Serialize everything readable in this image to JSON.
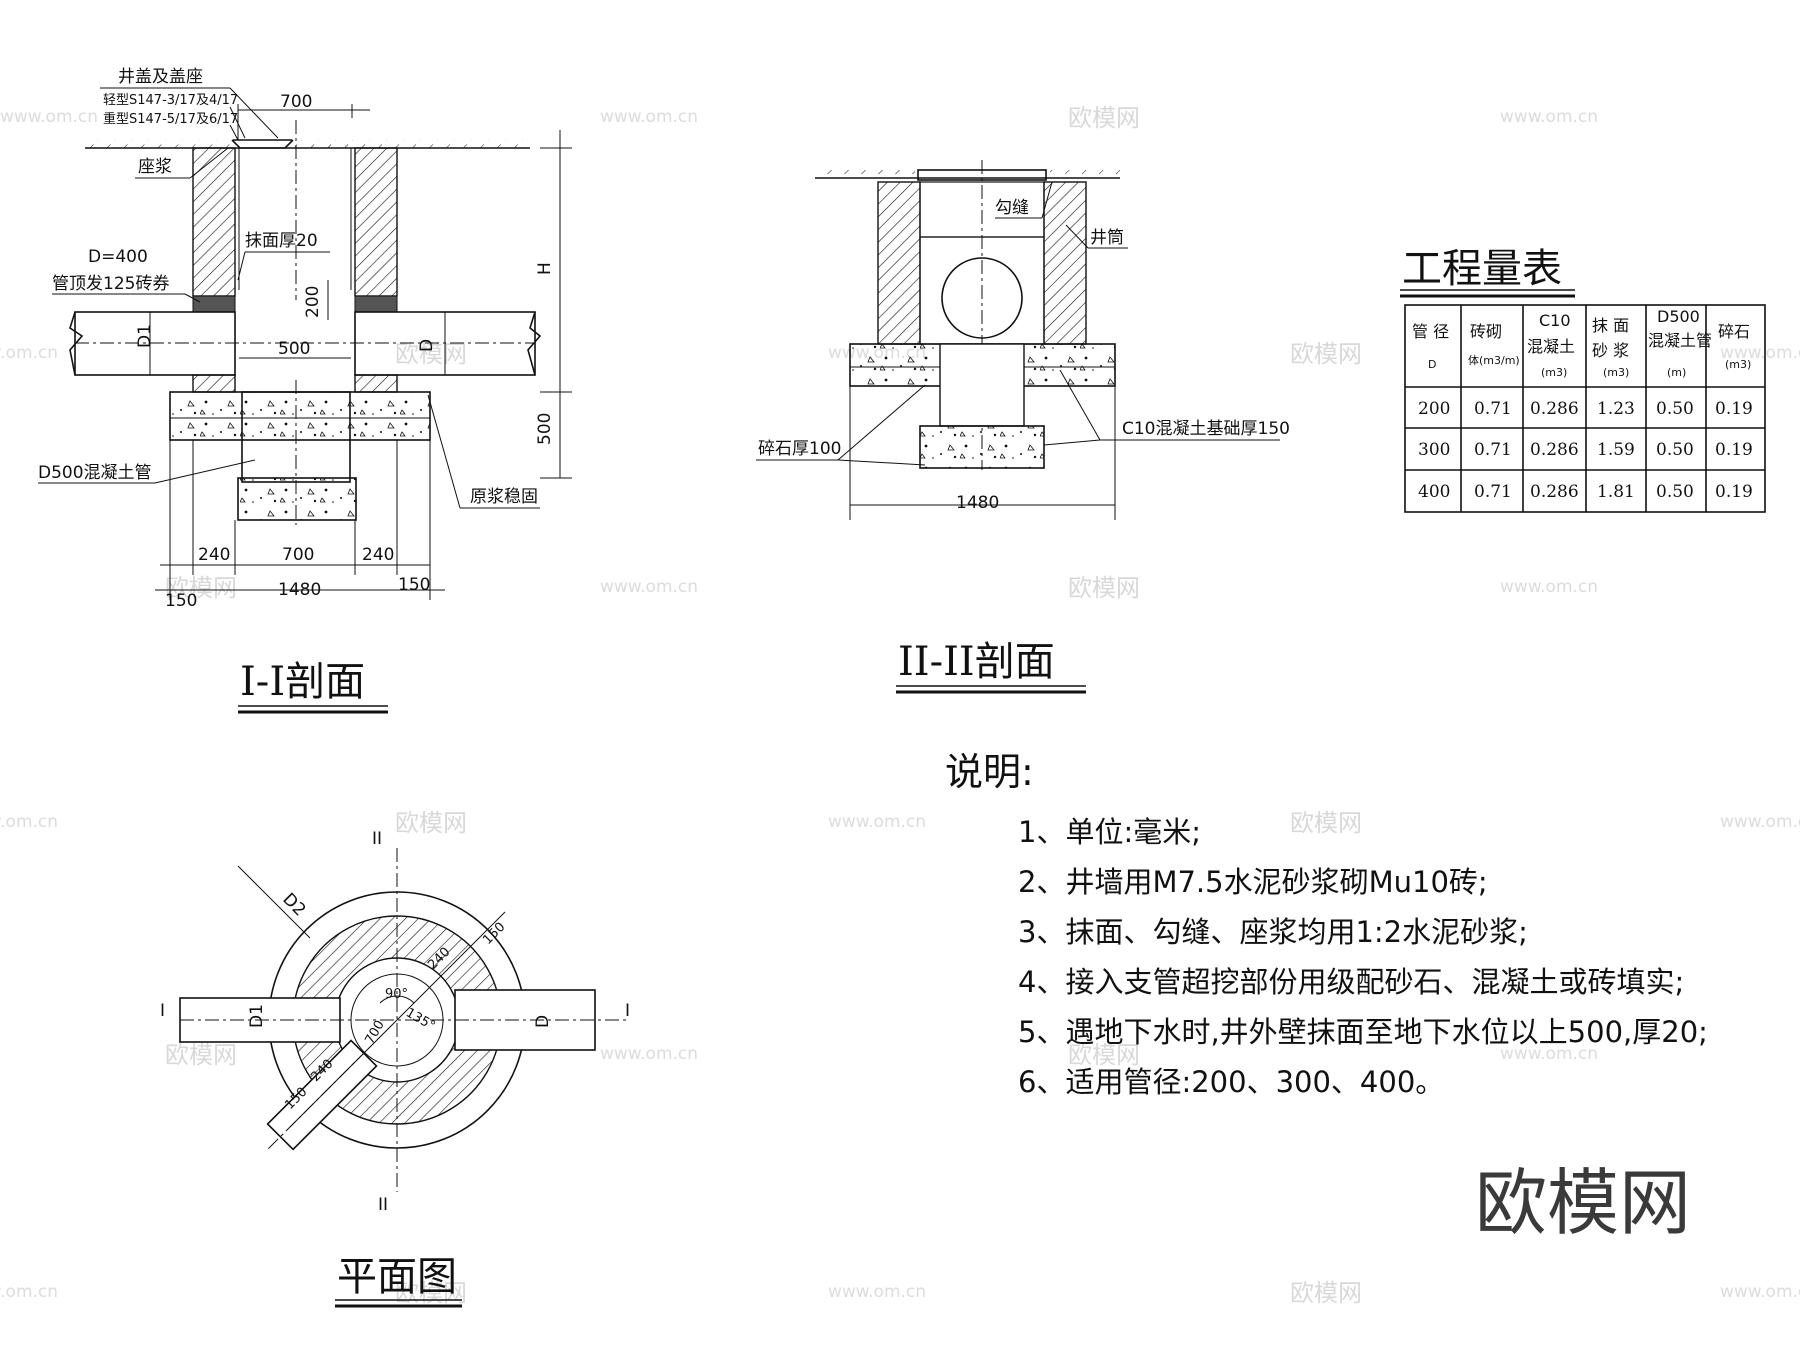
{
  "sections": {
    "section_1": {
      "title": "I-I剖面",
      "labels": {
        "cover": "井盖及盖座",
        "light": "轻型S147-3/17及4/17",
        "heavy": "重型S147-5/17及6/17",
        "mortar_seat": "座浆",
        "d400": "D=400",
        "arch": "管顶发125砖券",
        "plaster": "抹面厚20",
        "d500_pipe": "D500混凝土管",
        "grout": "原浆稳固",
        "d1": "D1",
        "d": "D",
        "h": "H"
      },
      "dims": {
        "top": "700",
        "d200": "200",
        "d500": "500",
        "right500": "500",
        "b240a": "240",
        "b700": "700",
        "b240b": "240",
        "b1480": "1480",
        "b150a": "150",
        "b150b": "150"
      }
    },
    "section_2": {
      "title": "II-II剖面",
      "labels": {
        "joint": "勾缝",
        "shaft": "井筒",
        "gravel": "碎石厚100",
        "base": "C10混凝土基础厚150"
      },
      "dims": {
        "b1480": "1480"
      }
    },
    "plan": {
      "title": "平面图",
      "labels": {
        "cut_top": "II",
        "cut_bottom": "II",
        "cut_left": "I",
        "cut_right": "I",
        "d2": "D2",
        "d1": "D1",
        "d": "D",
        "a240a": "240",
        "a150a": "150",
        "a240b": "240",
        "a150b": "150",
        "a700": "700",
        "ang90": "90°",
        "ang135": "135°"
      }
    }
  },
  "table": {
    "title": "工程量表",
    "headers": [
      {
        "main": "管 径",
        "sub": "D"
      },
      {
        "main": "砖砌",
        "sub": "体(m3/m)"
      },
      {
        "main": "C10",
        "sub": "混凝土",
        "unit": "(m3)"
      },
      {
        "main": "抹 面",
        "sub": "砂 浆",
        "unit": "(m3)"
      },
      {
        "main": "D500",
        "sub": "混凝土管",
        "unit": "(m)"
      },
      {
        "main": "碎石",
        "unit": "(m3)"
      }
    ],
    "rows": [
      [
        "200",
        "0.71",
        "0.286",
        "1.23",
        "0.50",
        "0.19"
      ],
      [
        "300",
        "0.71",
        "0.286",
        "1.59",
        "0.50",
        "0.19"
      ],
      [
        "400",
        "0.71",
        "0.286",
        "1.81",
        "0.50",
        "0.19"
      ]
    ]
  },
  "notes": {
    "heading": "说明:",
    "items": [
      "1、单位:毫米;",
      "2、井墙用M7.5水泥砂浆砌Mu10砖;",
      "3、抹面、勾缝、座浆均用1:2水泥砂浆;",
      "4、接入支管超挖部份用级配砂石、混凝土或砖填实;",
      "5、遇地下水时,井外壁抹面至地下水位以上500,厚20;",
      "6、适用管径:200、300、400。"
    ]
  },
  "watermark": {
    "brand": "欧模网",
    "url": "www.om.cn"
  }
}
